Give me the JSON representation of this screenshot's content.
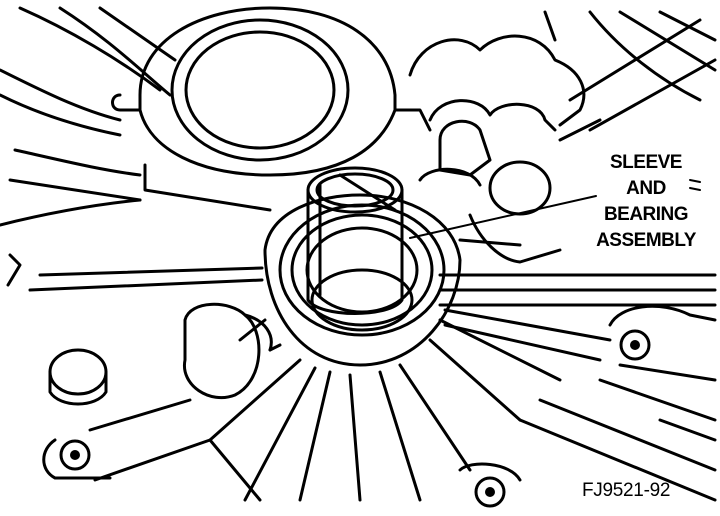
{
  "figure": {
    "callout_lines": [
      "SLEEVE",
      "AND",
      "BEARING",
      "ASSEMBLY"
    ],
    "figure_id": "FJ9521-92",
    "icons": {
      "housing": "transmission-housing-drawing",
      "sleeve": "sleeve-and-bearing-assembly",
      "leader": "callout-leader-line"
    }
  }
}
